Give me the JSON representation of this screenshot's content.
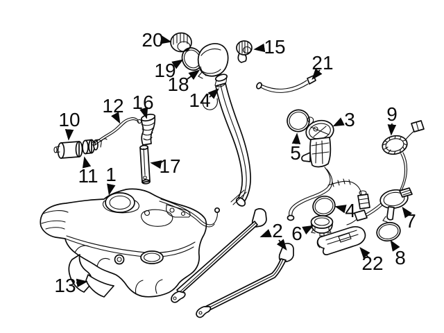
{
  "diagram": {
    "type": "exploded-parts-diagram",
    "background_color": "#ffffff",
    "line_color": "#0a0a0a",
    "callouts": [
      {
        "label": "1"
      },
      {
        "label": "2"
      },
      {
        "label": "3"
      },
      {
        "label": "4"
      },
      {
        "label": "5"
      },
      {
        "label": "6"
      },
      {
        "label": "7"
      },
      {
        "label": "8"
      },
      {
        "label": "9"
      },
      {
        "label": "10"
      },
      {
        "label": "11"
      },
      {
        "label": "12"
      },
      {
        "label": "13"
      },
      {
        "label": "14"
      },
      {
        "label": "15"
      },
      {
        "label": "16"
      },
      {
        "label": "17"
      },
      {
        "label": "18"
      },
      {
        "label": "19"
      },
      {
        "label": "20"
      },
      {
        "label": "21"
      },
      {
        "label": "22"
      }
    ]
  }
}
